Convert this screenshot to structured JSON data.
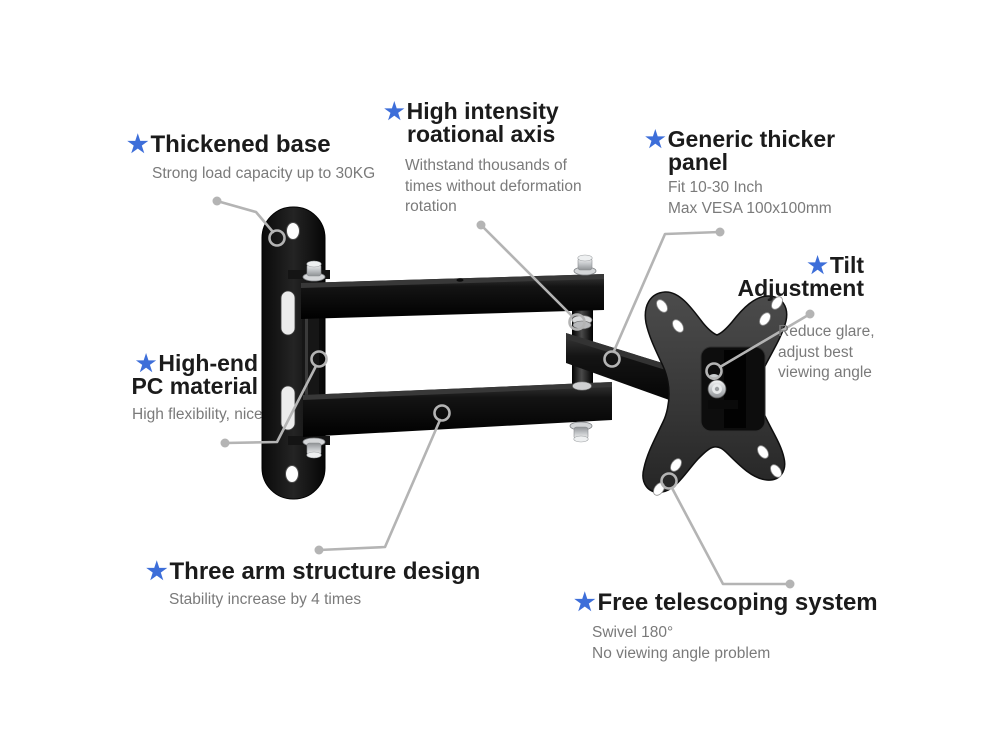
{
  "colors": {
    "star_blue": "#3d6ed9",
    "heading": "#1b1b1b",
    "subtext": "#7a7a7a",
    "callout": "#b4b4b4"
  },
  "star": "★",
  "labels": {
    "thickened_base": {
      "title": "Thickened base",
      "sub": "Strong load capacity up to 30KG"
    },
    "rotational_axis": {
      "title1": "High intensity",
      "title2": "roational axis",
      "subs": [
        "Withstand thousands of",
        "times without deformation",
        "rotation"
      ]
    },
    "generic_panel": {
      "title1": "Generic thicker",
      "title2": "panel",
      "subs": [
        "Fit 10-30 Inch",
        "Max VESA 100x100mm"
      ]
    },
    "tilt": {
      "title1": "Tilt",
      "title2": "Adjustment",
      "subs": [
        "Reduce glare,",
        "adjust best",
        "viewing angle"
      ]
    },
    "pc_material": {
      "title1": "High-end",
      "title2": "PC material",
      "sub": "High flexibility, nice"
    },
    "three_arm": {
      "title": "Three arm structure design",
      "sub": "Stability increase by 4 times"
    },
    "telescoping": {
      "title": "Free telescoping system",
      "subs": [
        "Swivel 180°",
        "No viewing angle problem"
      ]
    }
  }
}
